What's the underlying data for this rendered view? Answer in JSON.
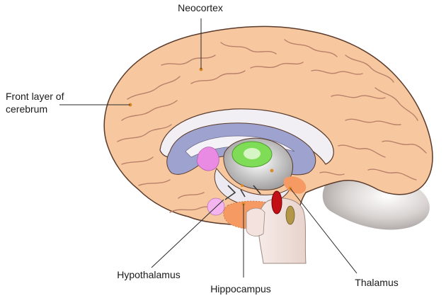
{
  "labels": {
    "neocortex": "Neocortex",
    "front_layer_line1": "Front layer of",
    "front_layer_line2": "cerebrum",
    "hypothalamus": "Hypothalamus",
    "hippocampus": "Hippocampus",
    "thalamus": "Thalamus"
  },
  "colors": {
    "cortex": "#f7c8a0",
    "cortex_outline": "#5a3a2a",
    "gyrus_line": "#b9806a",
    "cerebellum_shadow": "#cfc8c4",
    "corpus_callosum": "#f1eff3",
    "limbic_purple": "#9ea2cf",
    "thalamus_green": "#7fdc56",
    "pink_region": "#e98ae3",
    "hypothalamus_pink": "#f3b4f0",
    "hippocampus_orange": "#f59a63",
    "amygdala_red": "#c30f16",
    "brainstem": "#f3e2dd",
    "olive": "#b39749",
    "pointer_dot": "#e08a2c"
  }
}
